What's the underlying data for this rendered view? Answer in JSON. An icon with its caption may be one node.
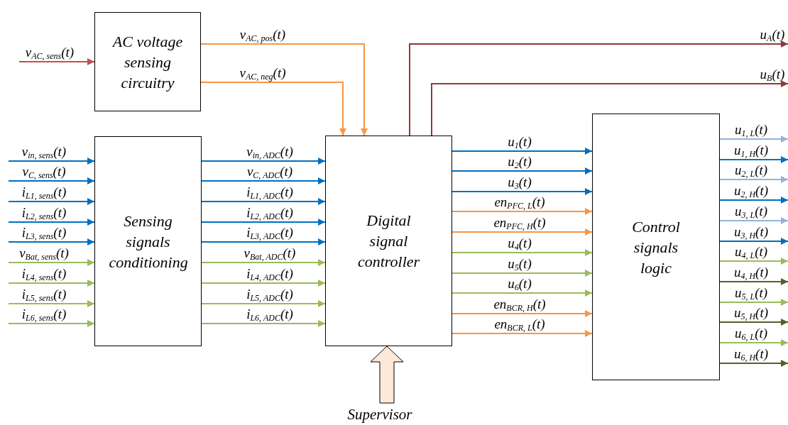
{
  "diagram": {
    "nodes": [
      {
        "text": [
          "AC voltage sensing circuitry"
        ]
      },
      {
        "text": [
          "Sensing signals conditioning"
        ]
      },
      {
        "text": [
          "Digital signal controller"
        ]
      },
      {
        "text": [
          "Control signals logic"
        ]
      },
      {
        "text": [
          "Supervisor"
        ]
      }
    ],
    "edges": [
      {
        "from": null,
        "to": 0,
        "arrow": "to",
        "label": "v$_{AC, sens}$(t)",
        "color": "#c0504d"
      },
      {
        "from": 0,
        "to": 2,
        "arrow": "to",
        "label": "v$_{AC, pos}$(t)",
        "color": "#f79646"
      },
      {
        "from": 0,
        "to": 2,
        "arrow": "to",
        "label": "v$_{AC, neg}$(t)",
        "color": "#f79646"
      },
      {
        "from": 2,
        "to": null,
        "arrow": "to",
        "label": "u$_{A}$(t)",
        "color": "#953735"
      },
      {
        "from": 2,
        "to": null,
        "arrow": "to",
        "label": "u$_{B}$(t)",
        "color": "#953735"
      },
      {
        "from": null,
        "to": 1,
        "arrow": "to",
        "label": "v$_{in, sens}$(t)"
      },
      {
        "from": null,
        "to": 1,
        "arrow": "to",
        "label": "v$_{C, sens}$(t)"
      },
      {
        "from": null,
        "to": 1,
        "arrow": "to",
        "label": "i$_{L1, sens}$(t)"
      },
      {
        "from": null,
        "to": 1,
        "arrow": "to",
        "label": "i$_{L2, sens}$(t)"
      },
      {
        "from": null,
        "to": 1,
        "arrow": "to",
        "label": "i$_{L3, sens}$(t)"
      },
      {
        "from": null,
        "to": 1,
        "arrow": "to",
        "label": "v$_{Bat, sens}$(t)",
        "color": "#9bbb59"
      },
      {
        "from": null,
        "to": 1,
        "arrow": "to",
        "label": "i$_{L4, sens}$(t)",
        "color": "#9bbb59"
      },
      {
        "from": null,
        "to": 1,
        "arrow": "to",
        "label": "i$_{L5, sens}$(t)",
        "color": "#9bbb59"
      },
      {
        "from": null,
        "to": 1,
        "arrow": "to",
        "label": "i$_{L6, sens}$(t)",
        "color": "#9bbb59"
      },
      {
        "from": 1,
        "to": 2,
        "arrow": "to",
        "label": "v$_{in, ADC}$(t)"
      },
      {
        "from": 1,
        "to": 2,
        "arrow": "to",
        "label": "v$_{C, ADC}$(t)"
      },
      {
        "from": 1,
        "to": 2,
        "arrow": "to",
        "label": "i$_{L1, ADC}$(t)"
      },
      {
        "from": 1,
        "to": 2,
        "arrow": "to",
        "label": "i$_{L2, ADC}$(t)"
      },
      {
        "from": 1,
        "to": 2,
        "arrow": "to",
        "label": "i$_{L3, ADC}$(t)"
      },
      {
        "from": 1,
        "to": 2,
        "arrow": "to",
        "label": "v$_{Bat, ADC}$(t)",
        "color": "#9bbb59"
      },
      {
        "from": 1,
        "to": 2,
        "arrow": "to",
        "label": "i$_{L4, ADC}$(t)",
        "color": "#9bbb59"
      },
      {
        "from": 1,
        "to": 2,
        "arrow": "to",
        "label": "i$_{L5, ADC}$(t)",
        "color": "#9bbb59"
      },
      {
        "from": 1,
        "to": 2,
        "arrow": "to",
        "label": "i$_{L6, ADC}$(t)",
        "color": "#9bbb59"
      },
      {
        "from": 2,
        "to": 3,
        "arrow": "to",
        "label": "u$_{1}$(t)"
      },
      {
        "from": 2,
        "to": 3,
        "arrow": "to",
        "label": "u$_{2}$(t)"
      },
      {
        "from": 2,
        "to": 3,
        "arrow": "to",
        "label": "u$_{3}$(t)"
      },
      {
        "from": 2,
        "to": 3,
        "arrow": "to",
        "label": "en$_{PFC, L}$(t)",
        "color": "#f79646"
      },
      {
        "from": 2,
        "to": 3,
        "arrow": "to",
        "label": "en$_{PFC, H}$(t)",
        "color": "#f79646"
      },
      {
        "from": 2,
        "to": 3,
        "arrow": "to",
        "label": "u$_{4}$(t)",
        "color": "#9bbb59"
      },
      {
        "from": 2,
        "to": 3,
        "arrow": "to",
        "label": "u$_{5}$(t)",
        "color": "#9bbb59"
      },
      {
        "from": 2,
        "to": 3,
        "arrow": "to",
        "label": "u$_{6}$(t)",
        "color": "#9bbb59"
      },
      {
        "from": 2,
        "to": 3,
        "arrow": "to",
        "label": "en$_{BCR, H}$(t)",
        "color": "#f79646"
      },
      {
        "from": 2,
        "to": 3,
        "arrow": "to",
        "label": "en$_{BCR, L}$(t)",
        "color": "#f79646"
      },
      {
        "from": 3,
        "to": null,
        "arrow": "to",
        "label": "u$_{1, L}$(t)",
        "color": "#95b3d7"
      },
      {
        "from": 3,
        "to": null,
        "arrow": "to",
        "label": "u$_{1, H}$(t)"
      },
      {
        "from": 3,
        "to": null,
        "arrow": "to",
        "label": "u$_{2, L}$(t)",
        "color": "#95b3d7"
      },
      {
        "from": 3,
        "to": null,
        "arrow": "to",
        "label": "u$_{2, H}$(t)"
      },
      {
        "from": 3,
        "to": null,
        "arrow": "to",
        "label": "u$_{3, L}$(t)",
        "color": "#95b3d7"
      },
      {
        "from": 3,
        "to": null,
        "arrow": "to",
        "label": "u$_{3, H}$(t)"
      },
      {
        "from": 3,
        "to": null,
        "arrow": "to",
        "label": "u$_{4, L}$(t)",
        "color": "#9bbb59"
      },
      {
        "from": 3,
        "to": null,
        "arrow": "to",
        "label": "u$_{4, H}$(t)",
        "color": "#4f6228"
      },
      {
        "from": 3,
        "to": null,
        "arrow": "to",
        "label": "u$_{5, L}$(t)",
        "color": "#9bbb59"
      },
      {
        "from": 3,
        "to": null,
        "arrow": "to",
        "label": "u$_{5, H}$(t)",
        "color": "#4f6228"
      },
      {
        "from": 3,
        "to": null,
        "arrow": "to",
        "label": "u$_{6, L}$(t)",
        "color": "#9bbb59"
      },
      {
        "from": 3,
        "to": null,
        "arrow": "to",
        "label": "u$_{6, H}$(t)",
        "color": "#4f6228"
      },
      {
        "from": 4,
        "to": 2,
        "arrow": "to",
        "style": "thick"
      }
    ]
  }
}
